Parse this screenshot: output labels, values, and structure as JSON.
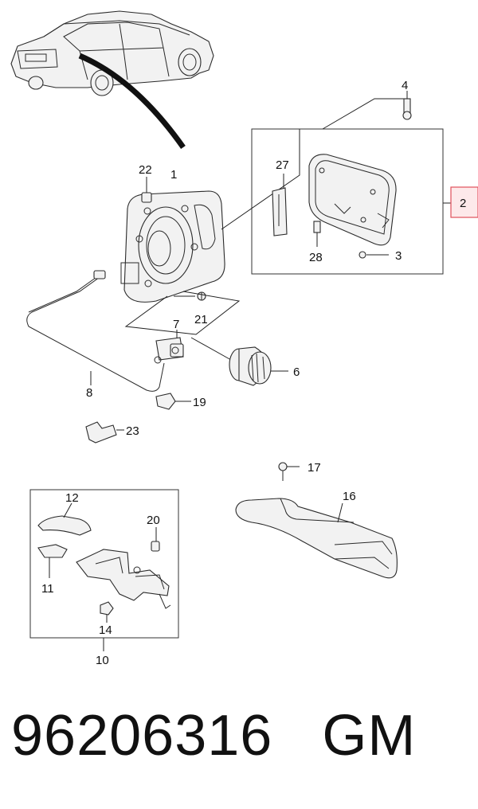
{
  "callouts": {
    "c1": "1",
    "c2": "2",
    "c3": "3",
    "c4": "4",
    "c6": "6",
    "c7": "7",
    "c8": "8",
    "c10": "10",
    "c11": "11",
    "c12": "12",
    "c14": "14",
    "c16": "16",
    "c17": "17",
    "c19": "19",
    "c20": "20",
    "c21": "21",
    "c22": "22",
    "c23": "23",
    "c27": "27",
    "c28": "28"
  },
  "highlight": {
    "callout": "2",
    "color": "#e0505a",
    "fill": "#fde9ea"
  },
  "footer": {
    "part_number": "96206316",
    "brand": "GM"
  }
}
